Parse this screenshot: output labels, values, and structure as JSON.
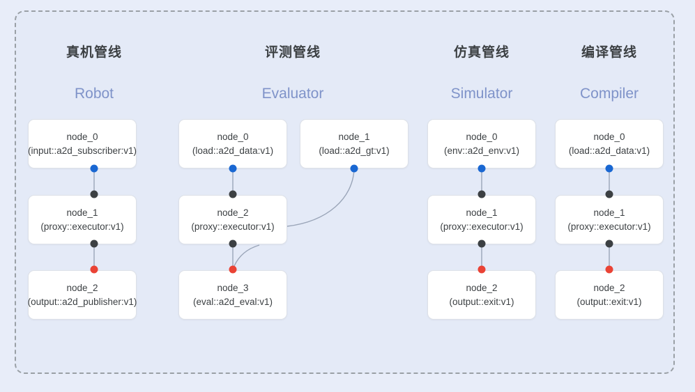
{
  "diagram": {
    "title_cn_columns": [
      "真机管线",
      "评测管线",
      "仿真管线",
      "编译管线"
    ],
    "colors": {
      "canvas_background": "#e8edf9",
      "frame_background": "#e4eaf7",
      "frame_border": "#9aa0a6",
      "card_background": "#ffffff",
      "card_border": "#dde1e8",
      "text_primary": "#3c4043",
      "subtitle_accent": "#7f93c9",
      "port_input": "#1967d2",
      "port_link": "#3c4043",
      "port_output": "#ea4335",
      "edge_stroke": "#9aa5b8"
    },
    "columns": [
      {
        "id": "robot",
        "title_cn": "真机管线",
        "title_en": "Robot",
        "nodes": [
          {
            "name": "node_0",
            "type": "(input::a2d_subscriber:v1)"
          },
          {
            "name": "node_1",
            "type": "(proxy::executor:v1)"
          },
          {
            "name": "node_2",
            "type": "(output::a2d_publisher:v1)"
          }
        ]
      },
      {
        "id": "evaluator",
        "title_cn": "评测管线",
        "title_en": "Evaluator",
        "nodes": [
          {
            "name": "node_0",
            "type": "(load::a2d_data:v1)"
          },
          {
            "name": "node_1",
            "type": "(load::a2d_gt:v1)"
          },
          {
            "name": "node_2",
            "type": "(proxy::executor:v1)"
          },
          {
            "name": "node_3",
            "type": "(eval::a2d_eval:v1)"
          }
        ]
      },
      {
        "id": "simulator",
        "title_cn": "仿真管线",
        "title_en": "Simulator",
        "nodes": [
          {
            "name": "node_0",
            "type": "(env::a2d_env:v1)"
          },
          {
            "name": "node_1",
            "type": "(proxy::executor:v1)"
          },
          {
            "name": "node_2",
            "type": "(output::exit:v1)"
          }
        ]
      },
      {
        "id": "compiler",
        "title_cn": "编译管线",
        "title_en": "Compiler",
        "nodes": [
          {
            "name": "node_0",
            "type": "(load::a2d_data:v1)"
          },
          {
            "name": "node_1",
            "type": "(proxy::executor:v1)"
          },
          {
            "name": "node_2",
            "type": "(output::exit:v1)"
          }
        ]
      }
    ]
  }
}
